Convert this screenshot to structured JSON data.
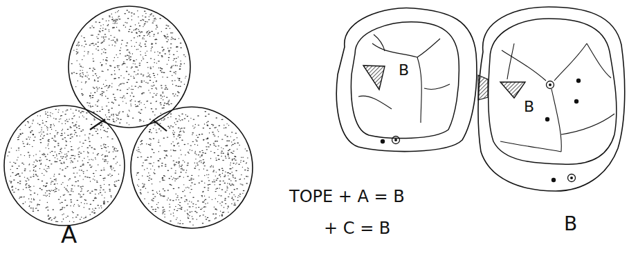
{
  "diagram": {
    "nodes": [
      {
        "text": [
          "B"
        ]
      },
      {
        "text": [
          "B"
        ]
      }
    ],
    "labels": [
      "A",
      "TOPE + A = B",
      "+ C = B",
      "B"
    ]
  }
}
